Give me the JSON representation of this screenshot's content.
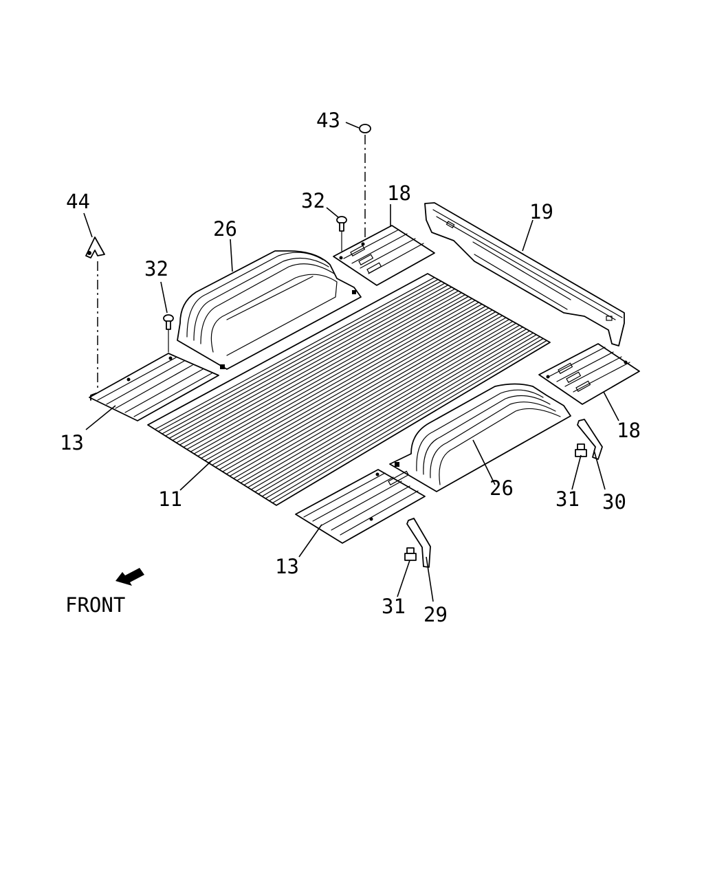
{
  "callouts": {
    "c43": "43",
    "c32a": "32",
    "c18a": "18",
    "c19": "19",
    "c44": "44",
    "c26a": "26",
    "c32b": "32",
    "c13a": "13",
    "c11": "11",
    "c18b": "18",
    "c26b": "26",
    "c31a": "31",
    "c30": "30",
    "c13b": "13",
    "c31b": "31",
    "c29": "29"
  },
  "front_label": "FRONT"
}
